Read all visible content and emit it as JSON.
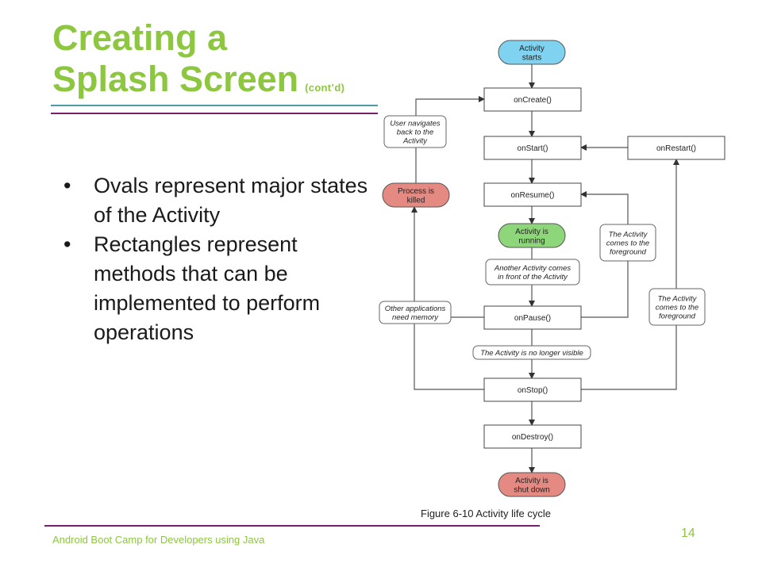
{
  "slide": {
    "title_line1": "Creating a",
    "title_line2": "Splash Screen",
    "title_suffix": "(cont’d)",
    "bullets": [
      "Ovals represent major states of the Activity",
      "Rectangles represent methods that can be implemented to perform operations"
    ],
    "caption": "Figure 6-10 Activity life cycle",
    "footer": "Android Boot Camp for Developers using Java",
    "page_number": "14"
  },
  "colors": {
    "title": "#8dc63f",
    "start_oval": "#7fd3f0",
    "running_oval": "#8ed67a",
    "end_oval": "#e48a82"
  },
  "diagram": {
    "nodes": {
      "activity_starts": [
        "Activity",
        "starts"
      ],
      "on_create": [
        "onCreate()"
      ],
      "on_start": [
        "onStart()"
      ],
      "on_restart": [
        "onRestart()"
      ],
      "on_resume": [
        "onResume()"
      ],
      "activity_running": [
        "Activity is",
        "running"
      ],
      "on_pause": [
        "onPause()"
      ],
      "on_stop": [
        "onStop()"
      ],
      "on_destroy": [
        "onDestroy()"
      ],
      "activity_shut_down": [
        "Activity is",
        "shut down"
      ],
      "process_killed": [
        "Process is",
        "killed"
      ]
    },
    "labels": {
      "user_navigates_back": [
        "User navigates",
        "back to the",
        "Activity"
      ],
      "another_activity_front": [
        "Another Activity comes",
        "in front of the Activity"
      ],
      "other_apps_memory": [
        "Other applications",
        "need memory"
      ],
      "no_longer_visible": [
        "The Activity is no longer visible"
      ],
      "comes_to_foreground_1": [
        "The Activity",
        "comes to the",
        "foreground"
      ],
      "comes_to_foreground_2": [
        "The Activity",
        "comes to the",
        "foreground"
      ]
    }
  }
}
